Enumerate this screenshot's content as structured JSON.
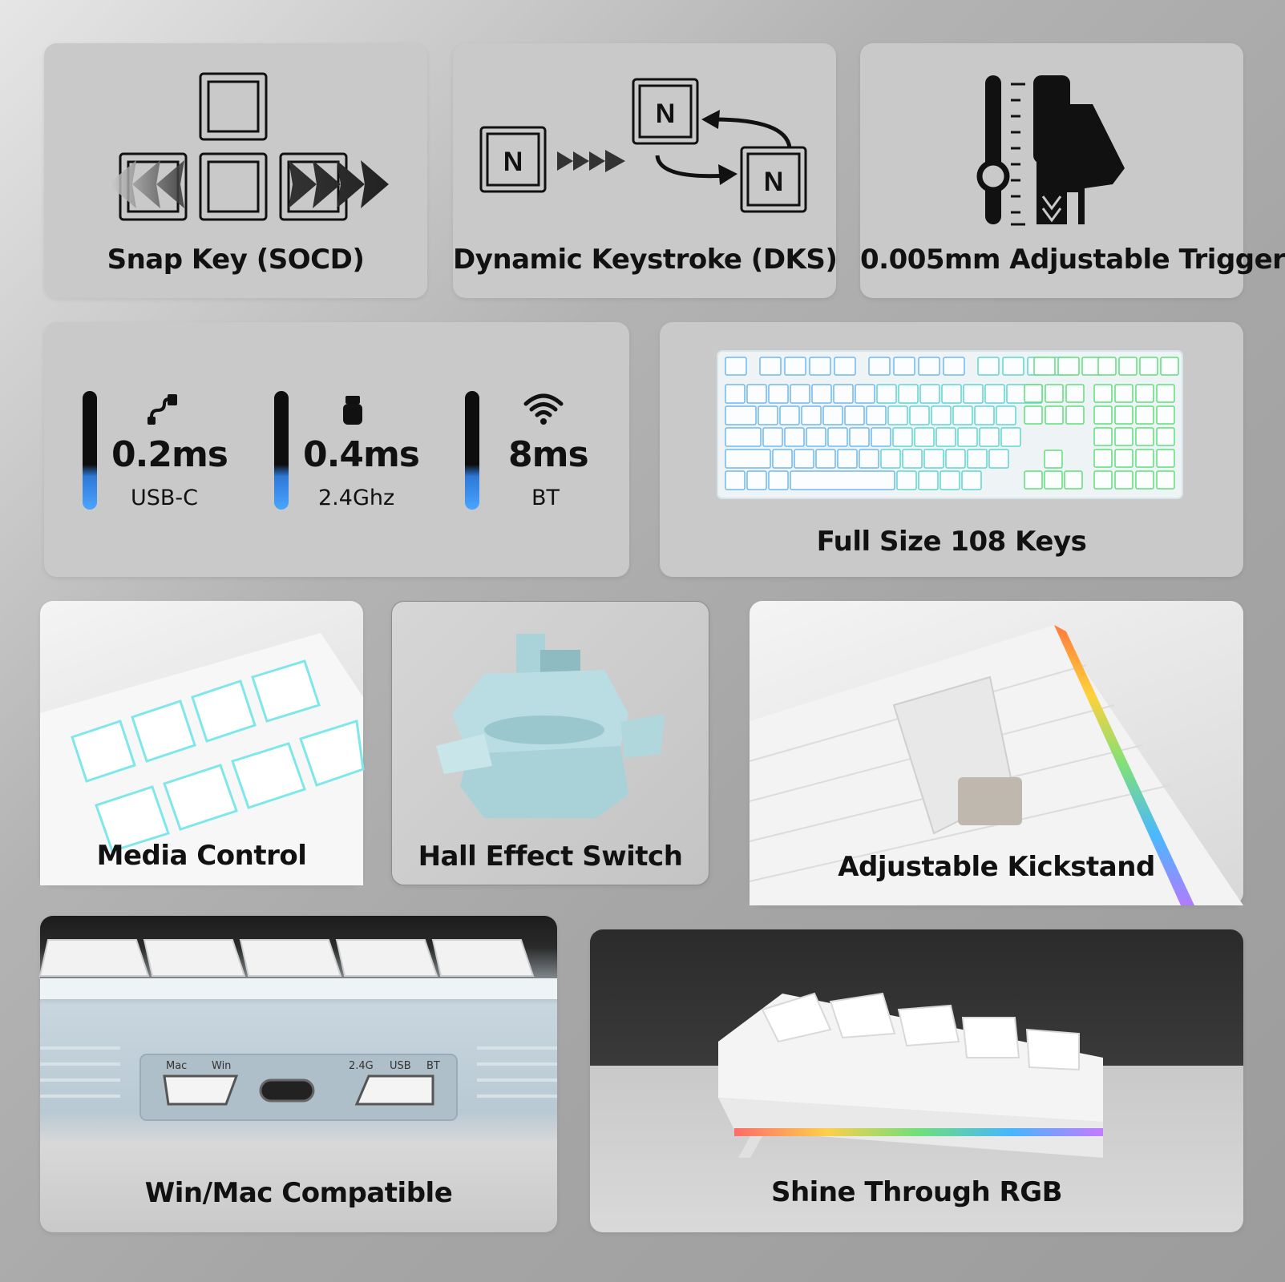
{
  "features": {
    "snap_key": "Snap Key (SOCD)",
    "dks": "Dynamic Keystroke (DKS)",
    "trigger": "0.005mm Adjustable Trigger",
    "full_size": "Full Size 108 Keys",
    "media": "Media Control",
    "hall": "Hall Effect Switch",
    "kickstand": "Adjustable Kickstand",
    "compat": "Win/Mac Compatible",
    "rgb": "Shine Through RGB"
  },
  "dks_key_letter": "N",
  "latency": [
    {
      "value": "0.2ms",
      "mode": "USB-C",
      "icon": "usb-cable-icon"
    },
    {
      "value": "0.4ms",
      "mode": "2.4Ghz",
      "icon": "dongle-icon"
    },
    {
      "value": "8ms",
      "mode": "BT",
      "icon": "wifi-icon"
    }
  ],
  "switches": {
    "os_labels": [
      "Mac",
      "Win"
    ],
    "mode_labels": [
      "2.4G",
      "USB",
      "BT"
    ]
  },
  "colors": {
    "accent_blue": "#3b8ee8",
    "card_gray": "#c9c9c9",
    "text": "#111111"
  }
}
